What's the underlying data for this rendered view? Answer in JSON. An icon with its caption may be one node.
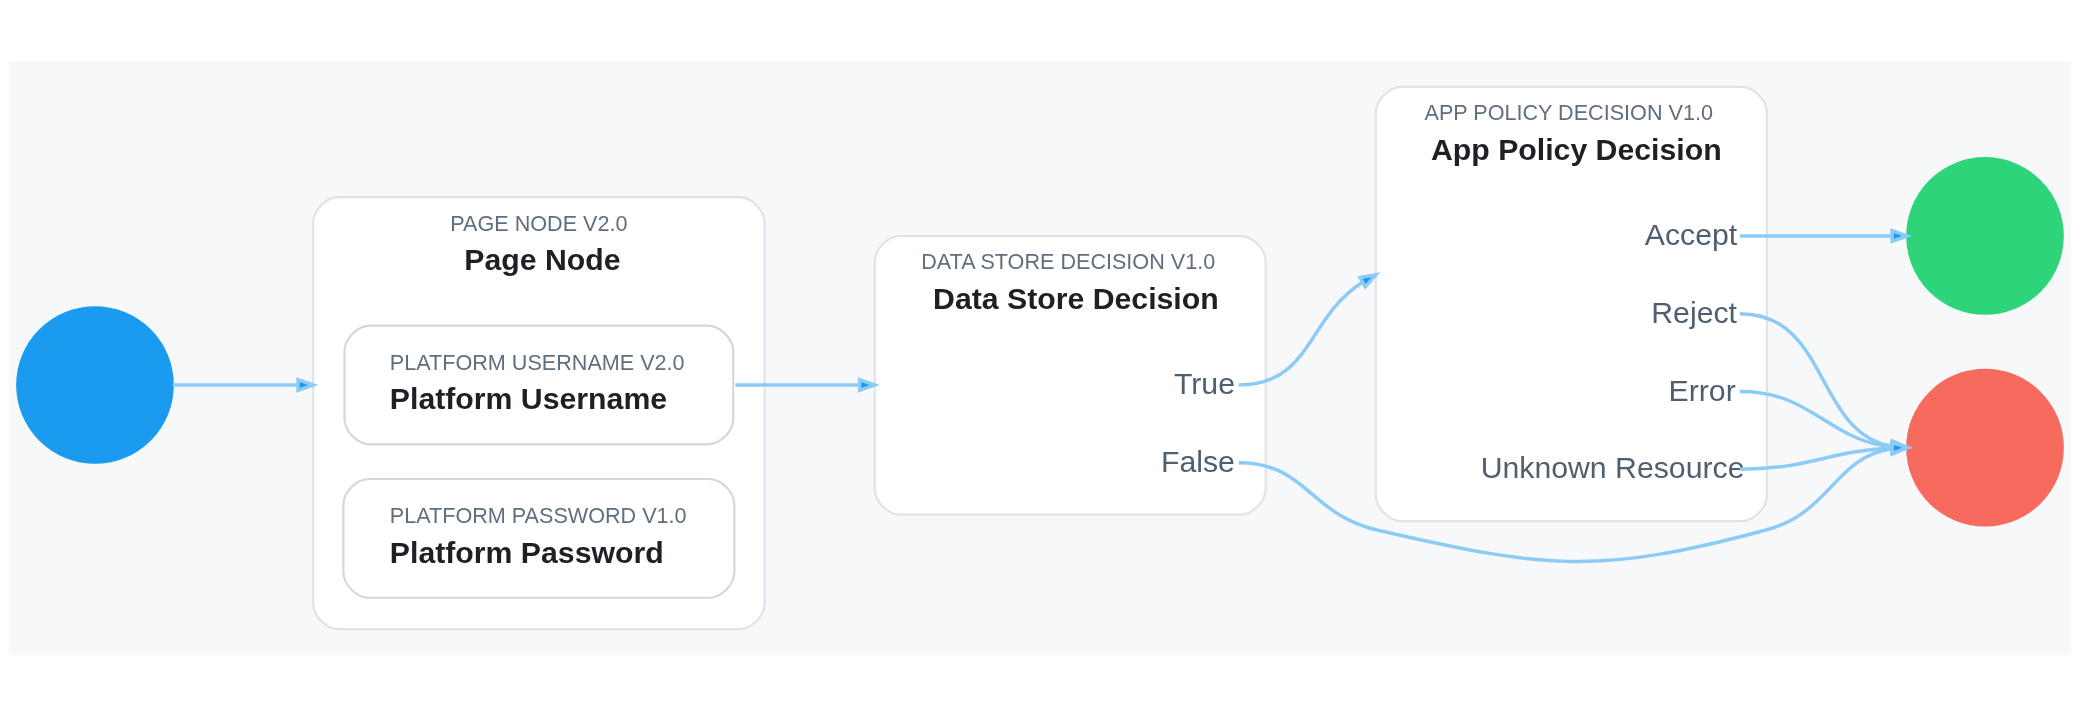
{
  "diagram": {
    "nodes": [
      {
        "text": [],
        "shape": "circle"
      },
      {
        "text": [
          "PAGE NODE V2.0",
          "Page Node"
        ]
      },
      {
        "text": [
          "PLATFORM USERNAME V2.0",
          "Platform Username"
        ],
        "in": 1
      },
      {
        "text": [
          "PLATFORM PASSWORD V1.0",
          "Platform Password"
        ],
        "in": 1
      },
      {
        "text": [
          "DATA STORE DECISION V1.0",
          "Data Store Decision"
        ]
      },
      {
        "text": [
          "True"
        ],
        "in": 4
      },
      {
        "text": [
          "False"
        ],
        "in": 4
      },
      {
        "text": [
          "APP POLICY DECISION V1.0",
          "App Policy Decision"
        ]
      },
      {
        "text": [
          "Accept"
        ],
        "in": 7
      },
      {
        "text": [
          "Reject"
        ],
        "in": 7
      },
      {
        "text": [
          "Error"
        ],
        "in": 7
      },
      {
        "text": [
          "Unknown Resource"
        ],
        "in": 7
      },
      {
        "text": [],
        "shape": "circle"
      },
      {
        "text": [],
        "shape": "circle"
      }
    ],
    "edges": [
      {
        "from": 0,
        "to": 1,
        "arrow": "to"
      },
      {
        "from": 2,
        "to": 4,
        "arrow": "to"
      },
      {
        "from": 5,
        "to": 7,
        "arrow": "to"
      },
      {
        "from": 6,
        "to": 13,
        "arrow": "to"
      },
      {
        "from": 8,
        "to": 12,
        "arrow": "to"
      },
      {
        "from": 9,
        "to": 13,
        "arrow": "to"
      },
      {
        "from": 10,
        "to": 13,
        "arrow": "to"
      },
      {
        "from": 11,
        "to": 13,
        "arrow": "to"
      }
    ]
  }
}
